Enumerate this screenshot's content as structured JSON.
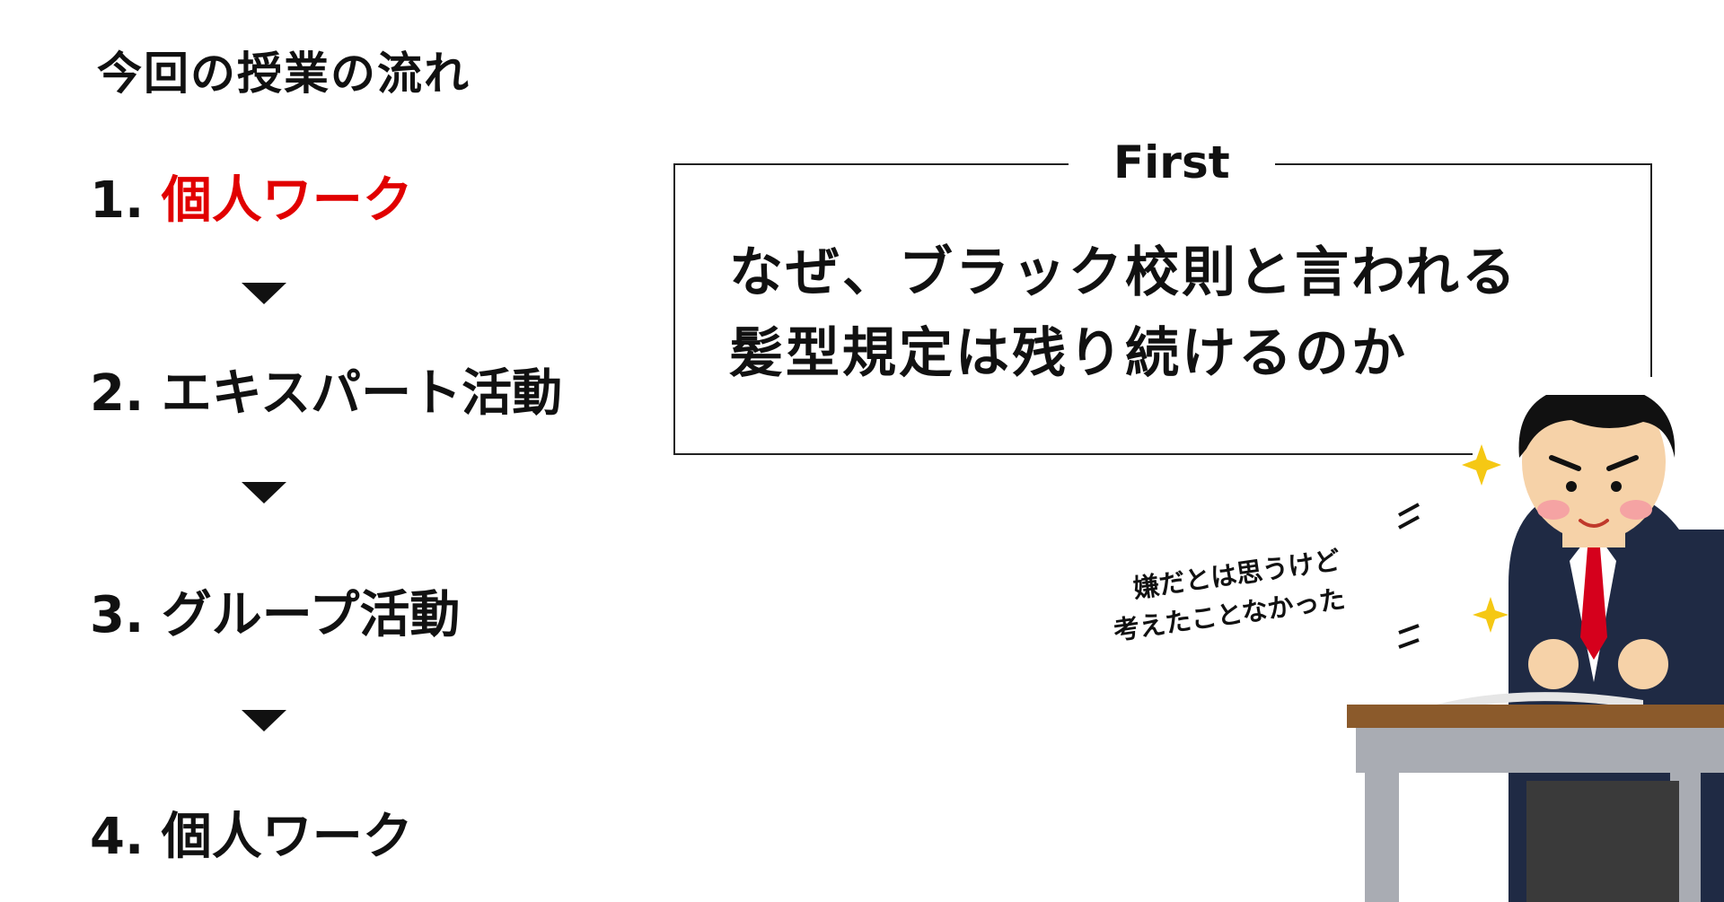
{
  "title": "今回の授業の流れ",
  "steps": [
    {
      "number": "1.",
      "label": "個人ワーク",
      "highlighted": true
    },
    {
      "number": "2.",
      "label": "エキスパート活動",
      "highlighted": false
    },
    {
      "number": "3.",
      "label": "グループ活動",
      "highlighted": false
    },
    {
      "number": "4.",
      "label": "個人ワーク",
      "highlighted": false
    }
  ],
  "question": {
    "label": "First",
    "line1": "なぜ、ブラック校則と言われる",
    "line2": "髪型規定は残り続けるのか"
  },
  "speech_bubble": {
    "line1": "嫌だとは思うけど",
    "line2": "考えたことなかった"
  },
  "icons": {
    "arrow": "down-triangle-arrow-icon",
    "sparkle": "sparkle-star-icon",
    "emphasis": "emphasis-lines-icon",
    "illustration": "student-at-desk-illustration"
  },
  "colors": {
    "highlight": "#e10000",
    "text": "#111111",
    "sparkle": "#f5c814",
    "suit": "#1f2a44",
    "tie": "#d5001c",
    "desk_top": "#8b5a2b",
    "desk_body": "#a9acb3"
  }
}
